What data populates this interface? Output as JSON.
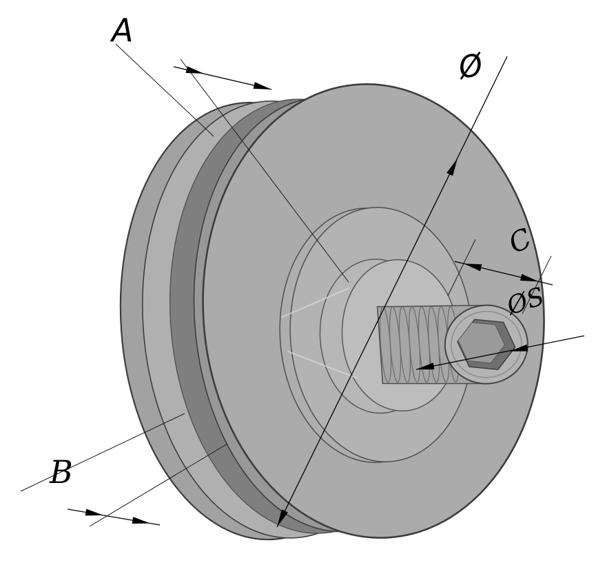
{
  "labels": {
    "dim_a": "A",
    "dim_b": "B",
    "dia_main": "Ø",
    "dim_c": "C",
    "dia_socket": "ØS"
  },
  "colors": {
    "background": "#ffffff",
    "outline": "#3d3d3d",
    "back_flange": "#a2a2a2",
    "back_flange_front": "#b0b0b0",
    "groove": "#7f7f7f",
    "front_flange_rim": "#989898",
    "face": "#ababab",
    "boss": "#aeaeae",
    "boss_front": "#b3b3b3",
    "hub": "#b7b7b7",
    "hub_front": "#bdbdbd",
    "shaft": "#a6a6a6",
    "shaft_end": "#b4b4b4",
    "socket_wall": "#6f6f6f",
    "socket_floor": "#9a9a9a",
    "dimension": "#000000",
    "highlight": "#d8d8d8"
  }
}
